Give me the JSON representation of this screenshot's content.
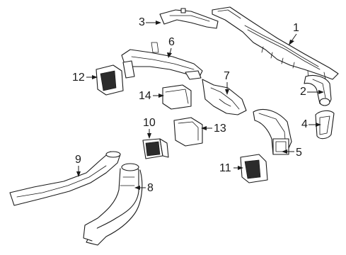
{
  "callouts": {
    "c1": "1",
    "c2": "2",
    "c3": "3",
    "c4": "4",
    "c5": "5",
    "c6": "6",
    "c7": "7",
    "c8": "8",
    "c9": "9",
    "c10": "10",
    "c11": "11",
    "c12": "12",
    "c13": "13",
    "c14": "14"
  },
  "colors": {
    "line": "#1a1a1a",
    "fill": "#ffffff",
    "grille": "#2b2b2b"
  }
}
